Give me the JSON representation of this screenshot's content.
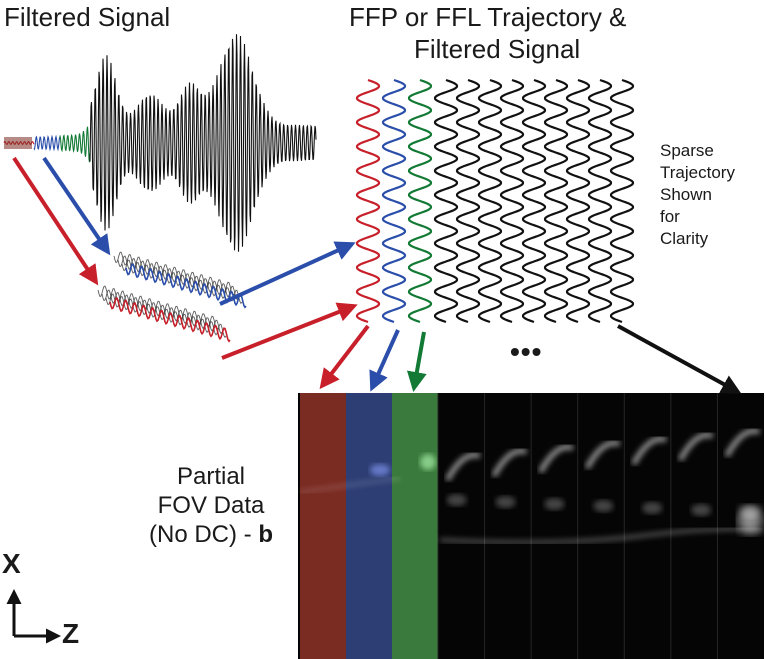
{
  "titles": {
    "filtered_signal": "Filtered Signal",
    "trajectory_line1": "FFP or FFL Trajectory &",
    "trajectory_line2": "Filtered Signal"
  },
  "side_note": {
    "line1": "Sparse",
    "line2": "Trajectory",
    "line3": "Shown",
    "line4": "for",
    "line5": "Clarity"
  },
  "partial_label": {
    "line1": "Partial",
    "line2": "FOV Data",
    "line3_prefix": "(No DC) - ",
    "line3_bold": "b"
  },
  "ellipsis": "•••",
  "axes": {
    "x": "X",
    "z": "Z"
  },
  "colors": {
    "red": "#c8202a",
    "blue": "#2a4eaa",
    "green": "#127a34",
    "black": "#111111",
    "red_panel": "#7a2b22",
    "blue_panel": "#2d3e74",
    "green_panel": "#3a7a3c"
  },
  "trajectory": {
    "black_columns": 9,
    "cycles_per_column": 10
  },
  "image_strip": {
    "colored_panels": 3,
    "grayscale_panels": 7
  }
}
